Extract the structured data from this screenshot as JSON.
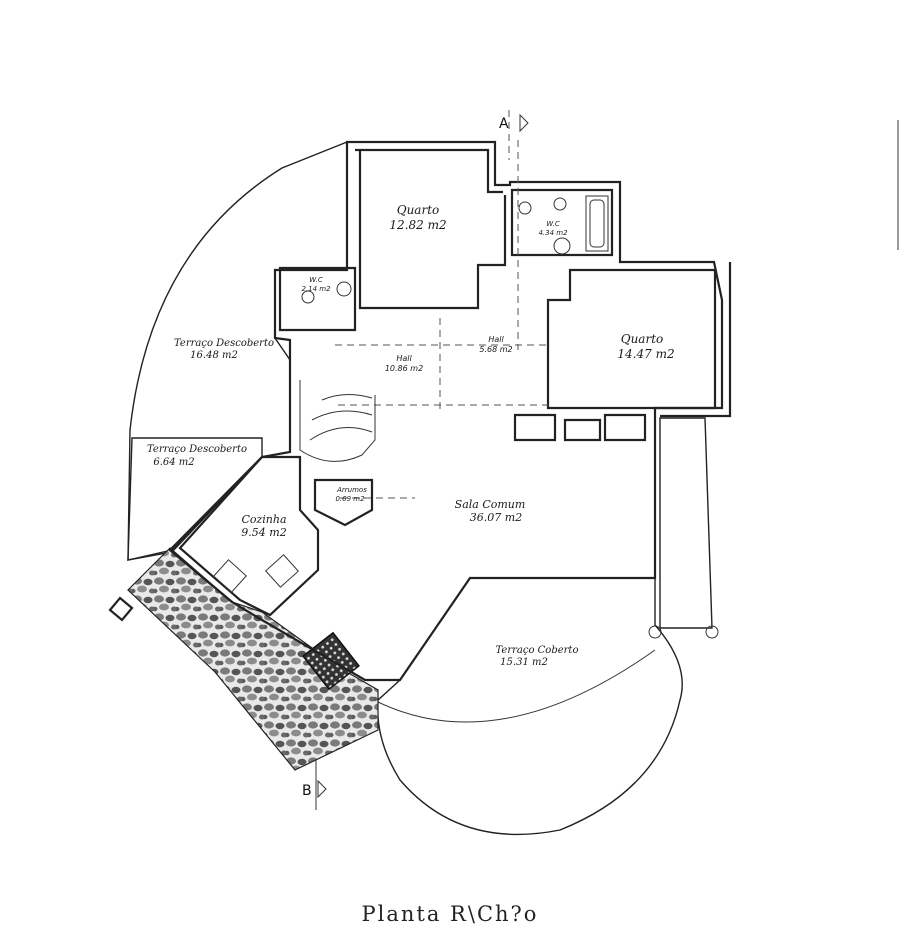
{
  "drawing": {
    "caption": "Planta R\\Ch?o",
    "section_a": "A",
    "section_b": "B"
  },
  "rooms": {
    "quarto_1": {
      "name": "Quarto",
      "area": "12.82 m2"
    },
    "wc_1": {
      "name": "W.C",
      "area": "4.34 m2"
    },
    "wc_2": {
      "name": "W.C",
      "area": "2.14 m2"
    },
    "quarto_2": {
      "name": "Quarto",
      "area": "14.47 m2"
    },
    "hall_1": {
      "name": "Hall",
      "area": "5.68 m2"
    },
    "hall_2": {
      "name": "Hall",
      "area": "10.86 m2"
    },
    "terraco_desc_1": {
      "name": "Terraço Descoberto",
      "area": "16.48 m2"
    },
    "terraco_desc_2": {
      "name": "Terraço Descoberto",
      "area": "6.64 m2"
    },
    "arrumos": {
      "name": "Arrumos",
      "area": "0.69 m2"
    },
    "cozinha": {
      "name": "Cozinha",
      "area": "9.54 m2"
    },
    "sala_comum": {
      "name": "Sala Comum",
      "area": "36.07 m2"
    },
    "terraco_coberto": {
      "name": "Terraço Coberto",
      "area": "15.31 m2"
    }
  }
}
